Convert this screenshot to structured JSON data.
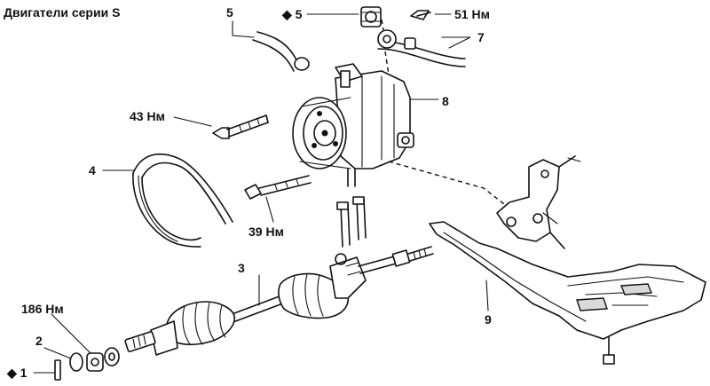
{
  "title": "Двигатели серии S",
  "callouts": [
    {
      "id": "c1",
      "text": "1",
      "marker": "diamond"
    },
    {
      "id": "c2",
      "text": "2"
    },
    {
      "id": "c3",
      "text": "3"
    },
    {
      "id": "c4",
      "text": "4"
    },
    {
      "id": "c5a",
      "text": "5"
    },
    {
      "id": "c5b",
      "text": "5",
      "marker": "diamond"
    },
    {
      "id": "c7",
      "text": "7"
    },
    {
      "id": "c8",
      "text": "8"
    },
    {
      "id": "c9",
      "text": "9"
    }
  ],
  "torques": [
    {
      "id": "t51",
      "text": "51 Нм"
    },
    {
      "id": "t43",
      "text": "43 Нм"
    },
    {
      "id": "t39",
      "text": "39 Нм"
    },
    {
      "id": "t186",
      "text": "186 Нм"
    }
  ]
}
